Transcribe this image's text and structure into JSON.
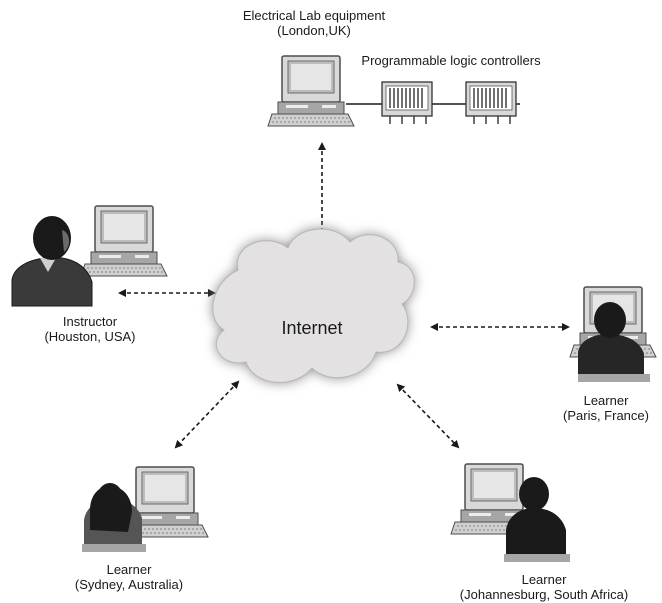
{
  "nodes": {
    "lab": {
      "line1": "Electrical Lab equipment",
      "line2": "(London,UK)"
    },
    "plc": {
      "label": "Programmable logic controllers"
    },
    "internet": {
      "label": "Internet"
    },
    "instructor": {
      "line1": "Instructor",
      "line2": "(Houston, USA)"
    },
    "paris": {
      "line1": "Learner",
      "line2": "(Paris, France)"
    },
    "sydney": {
      "line1": "Learner",
      "line2": "(Sydney, Australia)"
    },
    "johannesburg": {
      "line1": "Learner",
      "line2": "(Johannesburg, South Africa)"
    }
  },
  "colors": {
    "cloud_fill": "#e3e1e1",
    "cloud_glow": "#8a8a8a",
    "device_light": "#d9d9d9",
    "device_mid": "#a6a6a6",
    "device_dark": "#4d4d4d",
    "person": "#1a1a1a",
    "arrow": "#1a1a1a"
  }
}
